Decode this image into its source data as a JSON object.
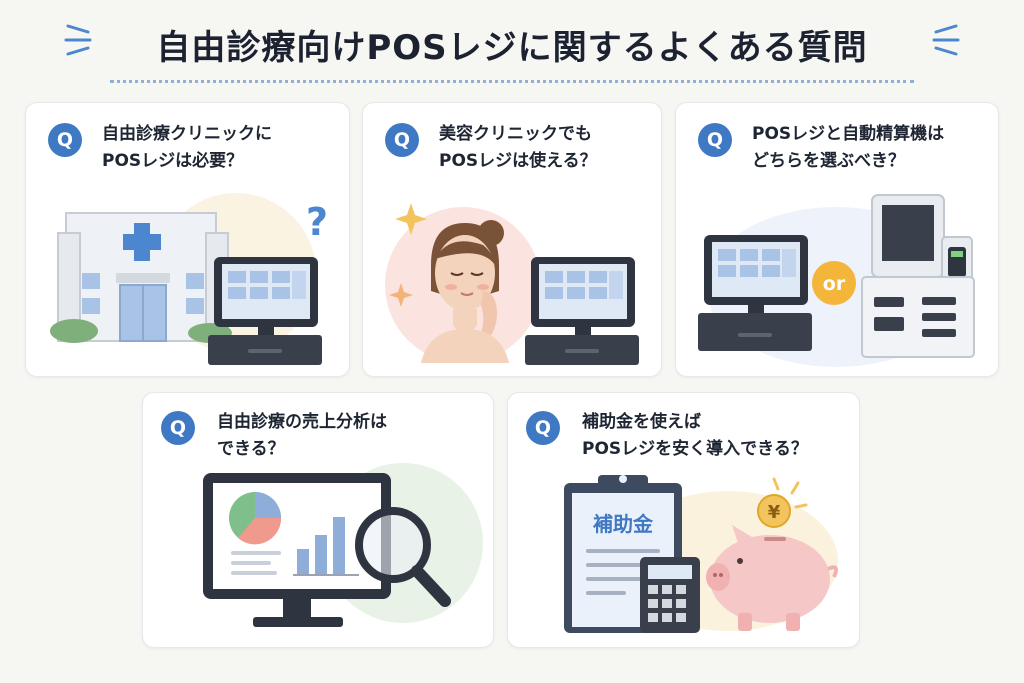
{
  "page": {
    "title": "自由診療向けPOSレジに関するよくある質問"
  },
  "colors": {
    "accent": "#3f79c4",
    "badge_orange": "#f3b63b",
    "background": "#f6f6f3"
  },
  "cards": [
    {
      "badge": "Q",
      "lines": [
        "自由診療クリニックに",
        "POSレジは必要？"
      ],
      "icons": [
        "clinic-building-icon",
        "pos-register-icon",
        "question-mark-icon"
      ]
    },
    {
      "badge": "Q",
      "lines": [
        "美容クリニックでも",
        "POSレジは使える？"
      ],
      "icons": [
        "woman-face-icon",
        "sparkle-icon",
        "pos-register-icon"
      ]
    },
    {
      "badge": "Q",
      "lines": [
        "POSレジと自動精算機は",
        "どちらを選ぶべき？"
      ],
      "or_label": "or",
      "icons": [
        "pos-register-icon",
        "kiosk-machine-icon"
      ]
    },
    {
      "badge": "Q",
      "lines": [
        "自由診療の売上分析は",
        "できる？"
      ],
      "icons": [
        "monitor-chart-icon",
        "magnifier-icon"
      ]
    },
    {
      "badge": "Q",
      "lines": [
        "補助金を使えば",
        "POSレジを安く導入できる？"
      ],
      "clipboard_label": "補助金",
      "coin_label": "¥",
      "icons": [
        "clipboard-icon",
        "calculator-icon",
        "piggy-bank-icon",
        "yen-coin-icon"
      ]
    }
  ]
}
